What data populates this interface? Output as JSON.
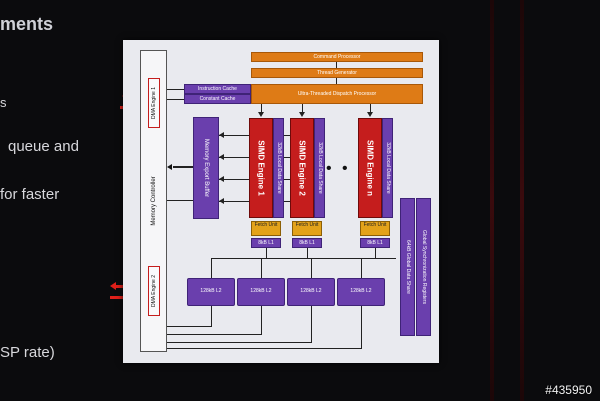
{
  "slide": {
    "heading": "ments",
    "line1": "s",
    "line2": "queue and",
    "line3": "for faster",
    "line4": "SP rate)"
  },
  "watermark": "#435950",
  "diagram": {
    "command_processor": "Command Processor",
    "thread_generator": "Thread Generator",
    "dispatch_processor": "Ultra-Threaded Dispatch Processor",
    "instruction_cache": "Instruction Cache",
    "constant_cache": "Constant Cache",
    "dma_engine_1": "DMA Engine 1",
    "dma_engine_2": "DMA Engine 2",
    "memory_controller": "Memory Controller",
    "memory_export_buffer": "Memory Export Buffer",
    "simd_engines": [
      {
        "label": "SIMD Engine 1",
        "lds": "32kB Local Data Share",
        "fetch": "Fetch Unit",
        "l1": "8kB L1"
      },
      {
        "label": "SIMD Engine 2",
        "lds": "32kB Local Data Share",
        "fetch": "Fetch Unit",
        "l1": "8kB L1"
      },
      {
        "label": "SIMD Engine n",
        "lds": "32kB Local Data Share",
        "fetch": "Fetch Unit",
        "l1": "8kB L1"
      }
    ],
    "ellipsis": "• • •",
    "l2_caches": [
      "128kB L2",
      "128kB L2",
      "128kB L2",
      "128kB L2"
    ],
    "global_data_share": "64kB Global Data Share",
    "global_sync_registers": "Global Synchronization Registers"
  },
  "colors": {
    "orange": "#de7b16",
    "purple": "#6a3fad",
    "red": "#c51d1d",
    "gold": "#e3a21a",
    "dma_red": "#e0201a"
  }
}
